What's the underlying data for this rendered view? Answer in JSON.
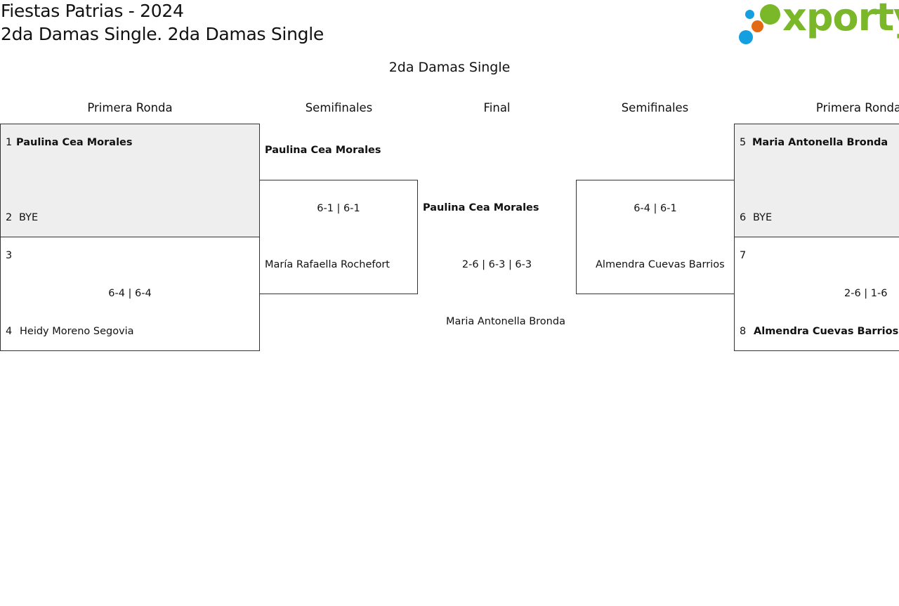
{
  "header": {
    "event_title": "Fiestas Patrias - 2024",
    "category_title": "2da Damas Single. 2da Damas Single",
    "draw_title": "2da Damas Single"
  },
  "logo": {
    "text": "xporty",
    "color": "#7ab829",
    "dot_colors": [
      "#7ab829",
      "#e36a12",
      "#139fe0"
    ]
  },
  "rounds": {
    "left_first": "Primera Ronda",
    "left_semi": "Semifinales",
    "final": "Final",
    "right_semi": "Semifinales",
    "right_first": "Primera Ronda"
  },
  "left_first_round": [
    {
      "top_seed": "1",
      "top_player": "Paulina Cea Morales",
      "bottom_seed": "2",
      "bottom_player": "BYE",
      "score": ""
    },
    {
      "top_seed": "3",
      "top_player": "",
      "bottom_seed": "4",
      "bottom_player": "Heidy Moreno Segovia",
      "score": "6-4 | 6-4"
    }
  ],
  "left_semi": {
    "top_player": "Paulina Cea Morales",
    "score": "6-1 | 6-1",
    "bottom_player": "María Rafaella Rochefort"
  },
  "final": {
    "top_player": "Paulina Cea Morales",
    "score": "2-6 | 6-3 | 6-3",
    "bottom_player": "Maria Antonella Bronda"
  },
  "right_semi": {
    "score": "6-4 | 6-1",
    "bottom_player": "Almendra Cuevas Barrios"
  },
  "right_first_round": [
    {
      "top_seed": "5",
      "top_player": "Maria Antonella Bronda",
      "bottom_seed": "6",
      "bottom_player": "BYE",
      "score": ""
    },
    {
      "top_seed": "7",
      "top_player": "",
      "bottom_seed": "8",
      "bottom_player": "Almendra Cuevas Barrios",
      "score": "2-6 | 1-6"
    }
  ]
}
